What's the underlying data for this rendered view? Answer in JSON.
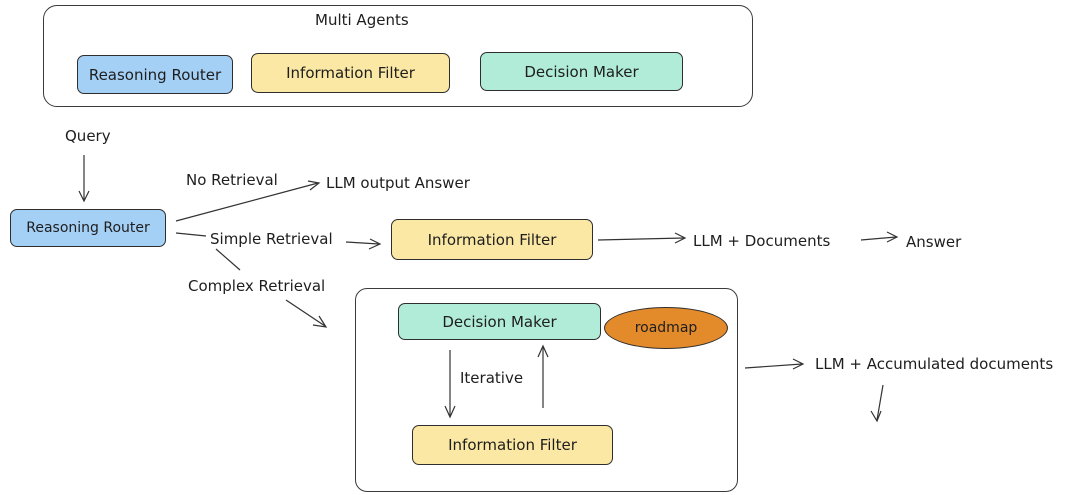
{
  "multi_agents": {
    "title": "Multi Agents",
    "reasoning_router": "Reasoning Router",
    "information_filter": "Information Filter",
    "decision_maker": "Decision Maker"
  },
  "flow": {
    "query": "Query",
    "reasoning_router": "Reasoning Router",
    "no_retrieval": "No Retrieval",
    "llm_output_answer": "LLM output Answer",
    "simple_retrieval": "Simple Retrieval",
    "information_filter": "Information Filter",
    "llm_documents": "LLM + Documents",
    "answer": "Answer",
    "complex_retrieval": "Complex Retrieval",
    "decision_maker": "Decision Maker",
    "roadmap": "roadmap",
    "iterative": "Iterative",
    "loop_information_filter": "Information Filter",
    "llm_accumulated": "LLM + Accumulated documents"
  },
  "colors": {
    "router": "#a5d0f5",
    "filter": "#fbe8a4",
    "decision": "#b0ecd8",
    "roadmap": "#e38a2b"
  }
}
